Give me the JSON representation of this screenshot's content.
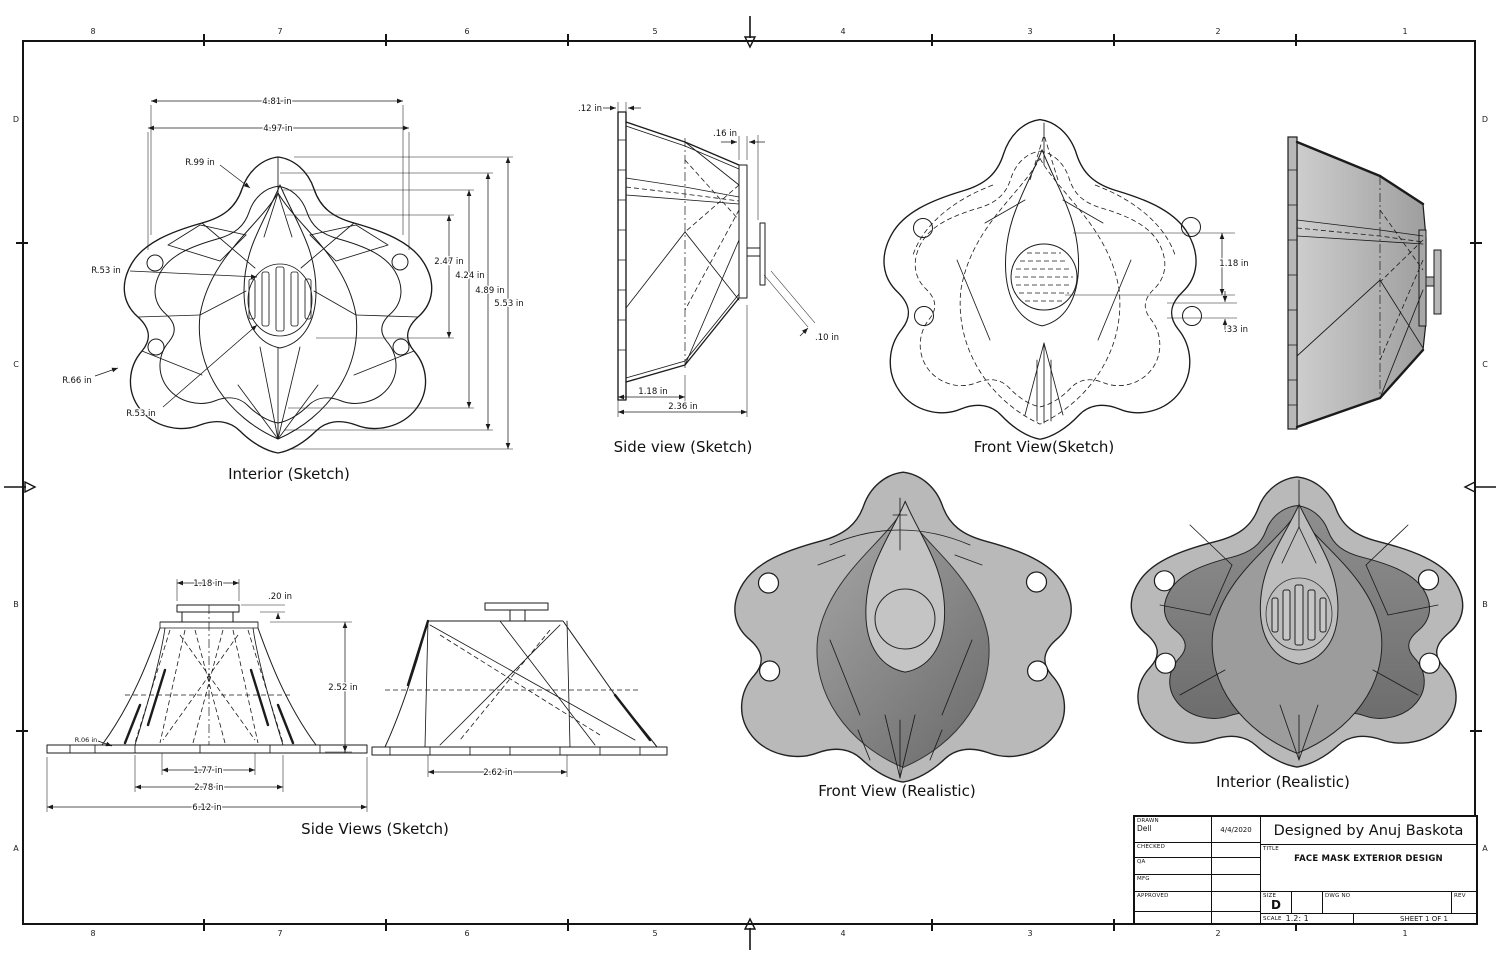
{
  "colors": {
    "line": "#1b1b1b",
    "paper": "#ffffff",
    "shade_light": "#c8c8c8",
    "shade_mid": "#b4b4b4",
    "shade_dark": "#787878"
  },
  "sheet": {
    "zones_top": [
      "8",
      "7",
      "6",
      "5",
      "4",
      "3",
      "2",
      "1"
    ],
    "zones_bottom": [
      "8",
      "7",
      "6",
      "5",
      "4",
      "3",
      "2",
      "1"
    ],
    "zones_left": [
      "D",
      "C",
      "B",
      "A"
    ],
    "zones_right": [
      "D",
      "C",
      "B",
      "A"
    ]
  },
  "views": {
    "interior_sketch": {
      "caption": "Interior (Sketch)",
      "dims": {
        "width_inner": "4.81 in",
        "width_outer": "4.97 in",
        "r_top": "R.99 in",
        "r_left": "R.53 in",
        "h1": "2.47 in",
        "h2": "4.24 in",
        "h3": "4.89 in",
        "h4": "5.53 in",
        "r_lobe": "R.66 in",
        "r_vent": "R.53 in"
      }
    },
    "side_sketch": {
      "caption": "Side view (Sketch)",
      "dims": {
        "flange": ".12 in",
        "rim": ".16 in",
        "bracket": ".10 in",
        "half_depth": "1.18 in",
        "full_depth": "2.36 in"
      }
    },
    "front_sketch": {
      "caption": "Front View(Sketch)",
      "dims": {
        "vent": "1.18 in",
        "offset": ".33 in"
      }
    },
    "side_views_sketch": {
      "caption": "Side Views (Sketch)",
      "dims": {
        "knob_w": "1.18 in",
        "knob_h": ".20 in",
        "height": "2.52 in",
        "inner_w": "1.77 in",
        "mid_w": "2.78 in",
        "base_w": "6.12 in",
        "r_base": "R.06 in",
        "right_w": "2.62 in"
      }
    },
    "front_realistic": {
      "caption": "Front View (Realistic)"
    },
    "interior_realistic": {
      "caption": "Interior (Realistic)"
    }
  },
  "title_block": {
    "drawn_label": "DRAWN",
    "drawn_name": "Dell",
    "drawn_date": "4/4/2020",
    "checked_label": "CHECKED",
    "qa_label": "QA",
    "mfg_label": "MFG",
    "approved_label": "APPROVED",
    "designer": "Designed by Anuj Baskota",
    "title_label": "TITLE",
    "title": "FACE MASK EXTERIOR DESIGN",
    "size_label": "SIZE",
    "size_value": "D",
    "dwg_label": "DWG NO",
    "rev_label": "REV",
    "scale_label": "SCALE",
    "scale_value": "1.2: 1",
    "sheet_label": "SHEET 1  OF 1"
  }
}
